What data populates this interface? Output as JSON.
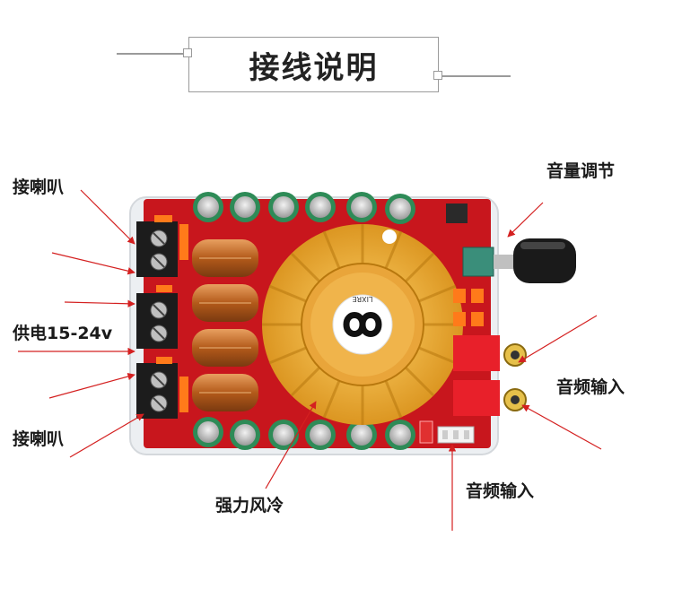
{
  "title": "接线说明",
  "labels": {
    "speaker_top": "接喇叭",
    "power": "供电15-24v",
    "speaker_bottom": "接喇叭",
    "volume": "音量调节",
    "audio_in_right": "音频输入",
    "audio_in_bottom": "音频输入",
    "cooling": "强力风冷"
  },
  "board": {
    "fan_logo_text": "LIXRE"
  },
  "colors": {
    "pcb": "#c8161d",
    "heatsink": "#e8a628",
    "arrow": "#d42020",
    "capacitor": "#2e8b57",
    "coil": "#c8702a",
    "frame": "#9a9a9a"
  }
}
